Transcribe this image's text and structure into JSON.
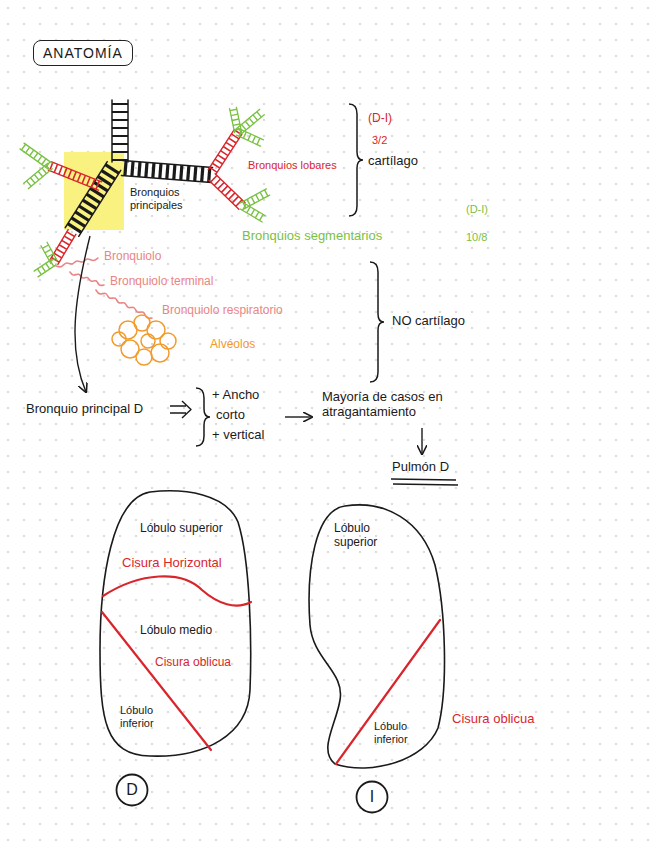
{
  "diagram": {
    "title": "ANATOMÍA",
    "nodes": [
      {
        "text": [
          "Lóbulo superior",
          "Cisura Horizontal",
          "Lóbulo medio",
          "Cisura oblicua",
          "Lóbulo inferior"
        ]
      },
      {
        "text": [
          "Lóbulo superior",
          "Cisura oblicua",
          "Lóbulo inferior"
        ]
      },
      {
        "text": [
          "D"
        ]
      },
      {
        "text": [
          "I"
        ]
      }
    ],
    "labels": [
      "(D-I)",
      "3/2",
      "Bronquios lobares",
      "cartílago",
      "Bronquios principales",
      "(D-I)",
      "Bronquios segmentarios",
      "10/8",
      "Bronquiolo",
      "Bronquiolo terminal",
      "Bronquiolo respiratorio",
      "Alvéolos",
      "NO cartílago",
      "Bronquio principal D",
      "+ Ancho",
      "corto",
      "+ vertical",
      "Mayoría de casos en atragantamiento",
      "Pulmón D"
    ]
  }
}
